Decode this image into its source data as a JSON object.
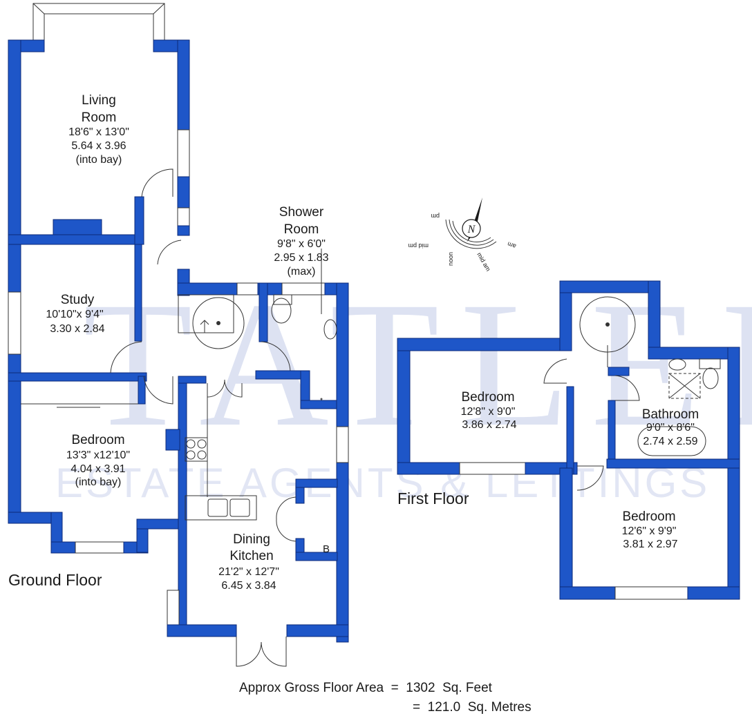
{
  "watermark": {
    "brand": "TATLER",
    "tagline": "ESTATE AGENTS & LETTINGS"
  },
  "ground_floor": {
    "label": "Ground Floor",
    "rooms": [
      {
        "name_line1": "Living",
        "name_line2": "Room",
        "imperial": "18'6\" x 13'0\"",
        "metric": "5.64  x  3.96",
        "note": "(into bay)"
      },
      {
        "name_line1": "Study",
        "imperial": "10'10\"x  9'4\"",
        "metric": "3.30  x  2.84"
      },
      {
        "name_line1": "Bedroom",
        "imperial": "13'3\" x12'10\"",
        "metric": "4.04  x  3.91",
        "note": "(into bay)"
      },
      {
        "name_line1": "Shower",
        "name_line2": "Room",
        "imperial": "9'8\"  x  6'0\"",
        "metric": "2.95  x  1.83",
        "note": "(max)"
      },
      {
        "name_line1": "Dining",
        "name_line2": "Kitchen",
        "imperial": "21'2\" x 12'7\"",
        "metric": "6.45  x  3.84"
      }
    ],
    "boiler_label": "B"
  },
  "first_floor": {
    "label": "First Floor",
    "rooms": [
      {
        "name_line1": "Bedroom",
        "imperial": "12'8\" x  9'0\"",
        "metric": "3.86  x  2.74"
      },
      {
        "name_line1": "Bathroom",
        "imperial": "9'0\"  x  8'6\"",
        "metric": "2.74  x  2.59"
      },
      {
        "name_line1": "Bedroom",
        "imperial": "12'6\" x  9'9\"",
        "metric": "3.81  x  2.97"
      }
    ]
  },
  "compass": {
    "north": "N",
    "labels": [
      "pm",
      "mid pm",
      "noon",
      "mid am",
      "am"
    ]
  },
  "area": {
    "line1": "Approx Gross Floor Area  =  1302  Sq. Feet",
    "line2": "=  121.0  Sq. Metres"
  },
  "colors": {
    "wall": "#1e56c8",
    "text": "#1a1a1a",
    "watermark": "#dde2f2"
  }
}
